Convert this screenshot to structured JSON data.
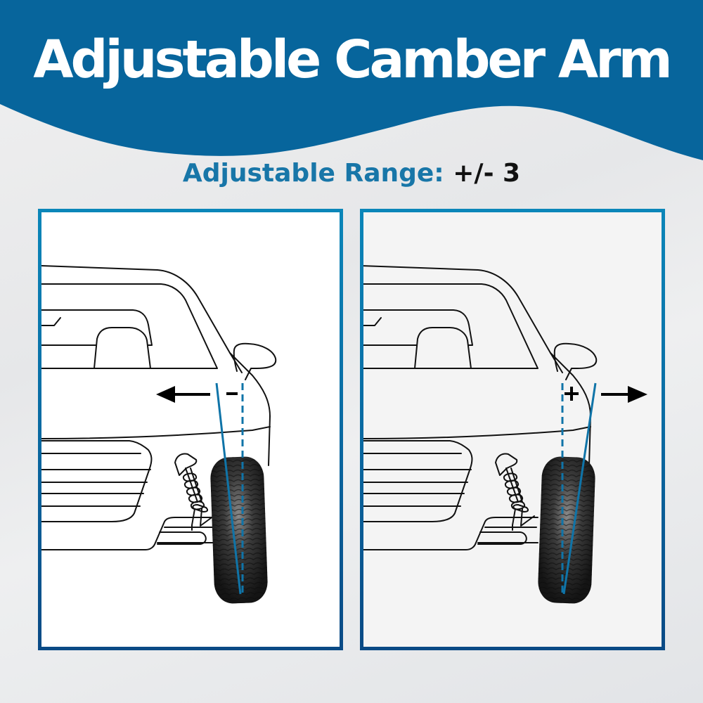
{
  "header": {
    "title": "Adjustable Camber Arm",
    "background_color": "#07689e"
  },
  "subtitle": {
    "label": "Adjustable Range:",
    "value": "+/- 3"
  },
  "panels": [
    {
      "id": "negative-camber",
      "sign_label": "–",
      "arrow_direction": "left",
      "camber_line_color": "#0f74a8",
      "border_color_top": "#0b86b9",
      "border_color_bottom": "#0a4a85"
    },
    {
      "id": "positive-camber",
      "sign_label": "+",
      "arrow_direction": "right",
      "camber_line_color": "#0f74a8",
      "border_color_top": "#0b86b9",
      "border_color_bottom": "#0a4a85"
    }
  ]
}
